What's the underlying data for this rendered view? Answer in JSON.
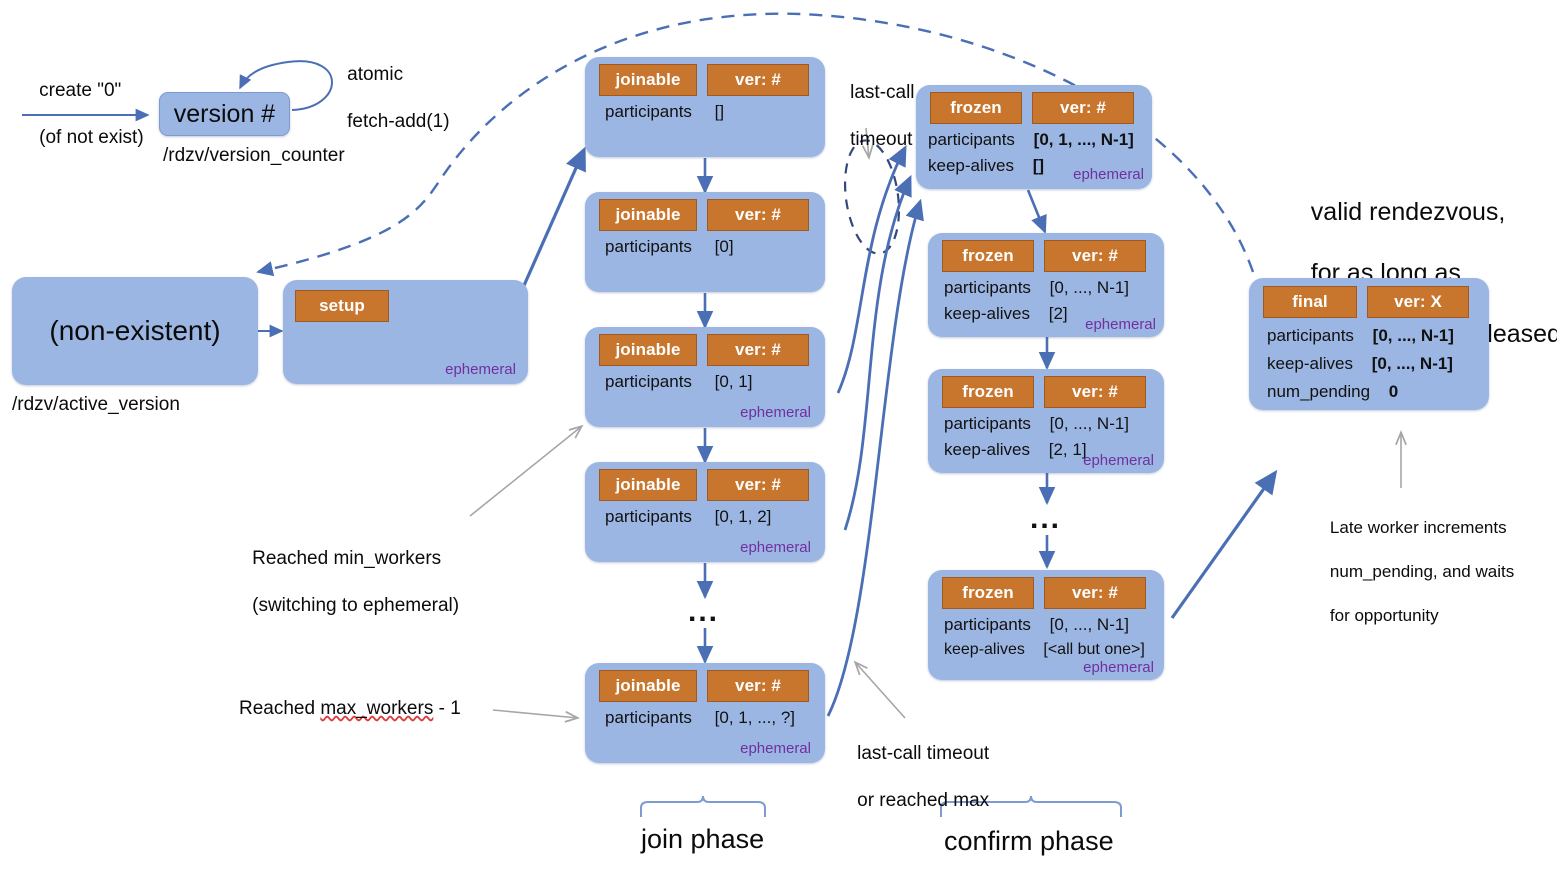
{
  "title": "Torch Elastic rendezvous state machine",
  "palette": {
    "node_fill": "#9cb6e3",
    "chip_fill": "#c8762e",
    "chip_border": "#9e5a20",
    "ephemeral_text": "#7030a0",
    "arrow_blue": "#4a6fb5",
    "arrow_gray": "#a6a6a6",
    "text": "#0b0b0b"
  },
  "labels": {
    "create_line1": "create \"0\"",
    "create_line2": "(of not exist)",
    "atomic_line1": "atomic",
    "atomic_line2": "fetch-add(1)",
    "version_counter_path": "/rdzv/version_counter",
    "active_version_path": "/rdzv/active_version",
    "last_call_line1": "last-call",
    "last_call_line2": "timeout",
    "last_call_or_max_line1": "last-call timeout",
    "last_call_or_max_line2": "or reached max",
    "reached_min_line1": "Reached min_workers",
    "reached_min_line2": "(switching to ephemeral)",
    "reached_max_prefix": "Reached ",
    "reached_max_spell": "max_workers",
    "reached_max_suffix": " - 1",
    "valid_line1": "valid rendezvous,",
    "valid_line2": "for as long as",
    "valid_line3": "keep-alives are leased",
    "late_line1": "Late worker increments",
    "late_line2": "num_pending, and waits",
    "late_line3": "for opportunity",
    "join_phase": "join phase",
    "confirm_phase": "confirm phase",
    "ellipsis": "...",
    "keys": {
      "participants": "participants",
      "keep_alives": "keep-alives",
      "num_pending": "num_pending"
    }
  },
  "version_node": {
    "label": "version #"
  },
  "nonexistent_node": {
    "label": "(non-existent)"
  },
  "setup_node": {
    "chip": "setup",
    "ephemeral": "ephemeral"
  },
  "join_nodes": [
    {
      "chips": [
        "joinable",
        "ver: #"
      ],
      "participants": "[]",
      "ephemeral": ""
    },
    {
      "chips": [
        "joinable",
        "ver: #"
      ],
      "participants": "[0]",
      "ephemeral": ""
    },
    {
      "chips": [
        "joinable",
        "ver: #"
      ],
      "participants": "[0, 1]",
      "ephemeral": "ephemeral"
    },
    {
      "chips": [
        "joinable",
        "ver: #"
      ],
      "participants": "[0, 1, 2]",
      "ephemeral": "ephemeral"
    },
    {
      "chips": [
        "joinable",
        "ver: #"
      ],
      "participants": "[0, 1, ..., ?]",
      "ephemeral": "ephemeral"
    }
  ],
  "confirm_nodes": [
    {
      "chips": [
        "frozen",
        "ver: #"
      ],
      "participants": "[0, 1, ..., N-1]",
      "keep_alives": "[]",
      "ephemeral": "ephemeral"
    },
    {
      "chips": [
        "frozen",
        "ver: #"
      ],
      "participants": "[0, ..., N-1]",
      "keep_alives": "[2]",
      "ephemeral": "ephemeral"
    },
    {
      "chips": [
        "frozen",
        "ver: #"
      ],
      "participants": "[0, ..., N-1]",
      "keep_alives": "[2, 1]",
      "ephemeral": "ephemeral"
    },
    {
      "chips": [
        "frozen",
        "ver: #"
      ],
      "participants": "[0, ..., N-1]",
      "keep_alives": "[<all but one>]",
      "ephemeral": "ephemeral"
    }
  ],
  "final_node": {
    "chips": [
      "final",
      "ver: X"
    ],
    "participants": "[0, ..., N-1]",
    "keep_alives": "[0, ..., N-1]",
    "num_pending": "0"
  }
}
